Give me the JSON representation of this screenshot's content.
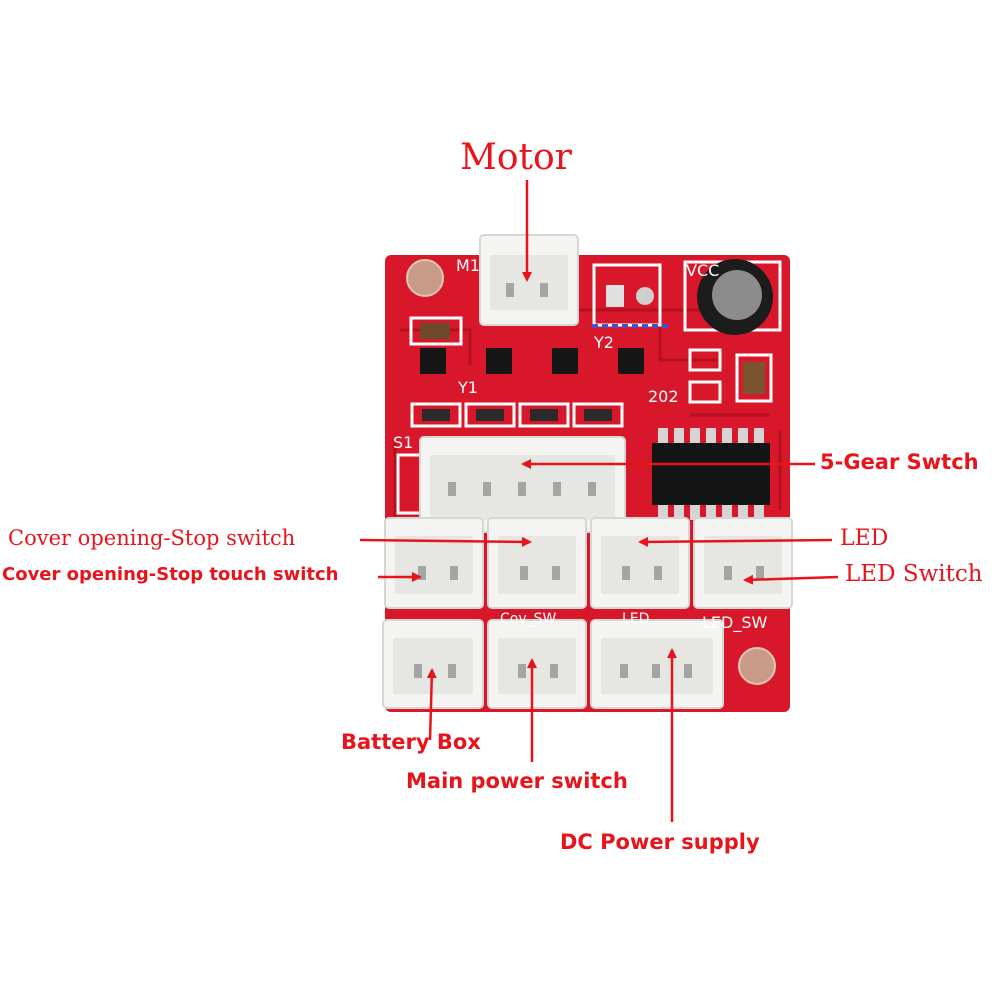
{
  "labels": {
    "motor": "Motor",
    "gear_switch": "5-Gear Swtch",
    "cover_stop_switch": "Cover opening-Stop switch",
    "cover_stop_touch_switch": "Cover opening-Stop touch switch",
    "led": "LED",
    "led_switch": "LED Switch",
    "battery_box": "Battery Box",
    "main_power_switch": "Main power switch",
    "dc_power_supply": "DC Power supply"
  },
  "silkscreen": {
    "m1": "M1",
    "vcc": "VCC",
    "y1": "Y1",
    "y2": "Y2",
    "r202": "202",
    "s1": "S1",
    "cover_sw": "Cov_SW",
    "led_con": "LED",
    "led_sw": "LED_SW"
  },
  "colors": {
    "accent": "#e8141c",
    "pcb": "#d8182a",
    "connector": "#f4f4f2"
  }
}
